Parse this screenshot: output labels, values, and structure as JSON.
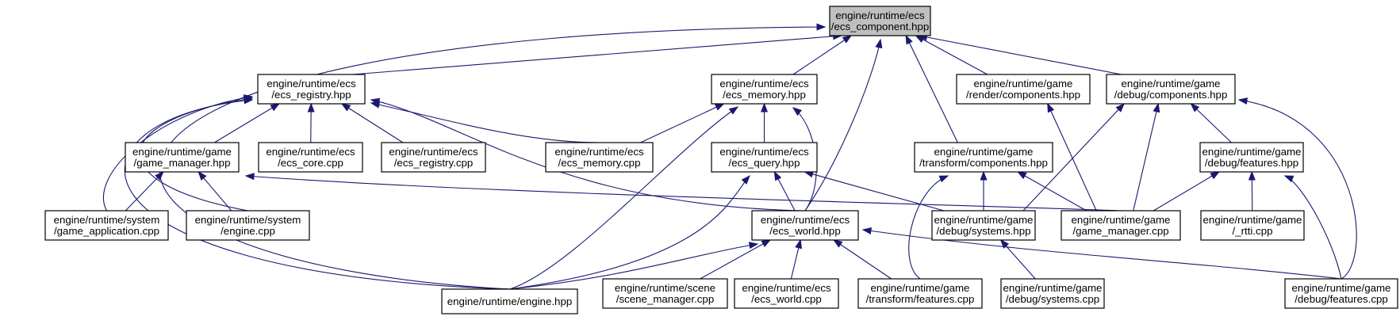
{
  "graph": {
    "root": "n0",
    "colors": {
      "edge": "#191970",
      "root_fill": "#bfbfbf",
      "node_fill": "#ffffff"
    },
    "nodes": [
      {
        "id": "n0",
        "label": [
          "engine/runtime/ecs",
          "/ecs_component.hpp"
        ]
      },
      {
        "id": "n1",
        "label": [
          "engine/runtime/ecs",
          "/ecs_registry.hpp"
        ]
      },
      {
        "id": "n2",
        "label": [
          "engine/runtime/ecs",
          "/ecs_memory.hpp"
        ]
      },
      {
        "id": "n3",
        "label": [
          "engine/runtime/game",
          "/render/components.hpp"
        ]
      },
      {
        "id": "n4",
        "label": [
          "engine/runtime/game",
          "/debug/components.hpp"
        ]
      },
      {
        "id": "n5",
        "label": [
          "engine/runtime/game",
          "/game_manager.hpp"
        ]
      },
      {
        "id": "n6",
        "label": [
          "engine/runtime/ecs",
          "/ecs_core.cpp"
        ]
      },
      {
        "id": "n7",
        "label": [
          "engine/runtime/ecs",
          "/ecs_registry.cpp"
        ]
      },
      {
        "id": "n8",
        "label": [
          "engine/runtime/ecs",
          "/ecs_memory.cpp"
        ]
      },
      {
        "id": "n9",
        "label": [
          "engine/runtime/ecs",
          "/ecs_query.hpp"
        ]
      },
      {
        "id": "n10",
        "label": [
          "engine/runtime/game",
          "/transform/components.hpp"
        ]
      },
      {
        "id": "n11",
        "label": [
          "engine/runtime/game",
          "/debug/features.hpp"
        ]
      },
      {
        "id": "n12",
        "label": [
          "engine/runtime/system",
          "/game_application.cpp"
        ]
      },
      {
        "id": "n13",
        "label": [
          "engine/runtime/system",
          "/engine.cpp"
        ]
      },
      {
        "id": "n14",
        "label": [
          "engine/runtime/ecs",
          "/ecs_world.hpp"
        ]
      },
      {
        "id": "n15",
        "label": [
          "engine/runtime/game",
          "/debug/systems.hpp"
        ]
      },
      {
        "id": "n16",
        "label": [
          "engine/runtime/game",
          "/game_manager.cpp"
        ]
      },
      {
        "id": "n17",
        "label": [
          "engine/runtime/game",
          "/_rtti.cpp"
        ]
      },
      {
        "id": "n18",
        "label": [
          "engine/runtime/engine.hpp"
        ]
      },
      {
        "id": "n19",
        "label": [
          "engine/runtime/scene",
          "/scene_manager.cpp"
        ]
      },
      {
        "id": "n20",
        "label": [
          "engine/runtime/ecs",
          "/ecs_world.cpp"
        ]
      },
      {
        "id": "n21",
        "label": [
          "engine/runtime/game",
          "/transform/features.cpp"
        ]
      },
      {
        "id": "n22",
        "label": [
          "engine/runtime/game",
          "/debug/systems.cpp"
        ]
      },
      {
        "id": "n23",
        "label": [
          "engine/runtime/game",
          "/debug/features.cpp"
        ]
      }
    ],
    "edges": [
      {
        "from": "n1",
        "to": "n0"
      },
      {
        "from": "n2",
        "to": "n0"
      },
      {
        "from": "n14",
        "to": "n0"
      },
      {
        "from": "n10",
        "to": "n0"
      },
      {
        "from": "n3",
        "to": "n0"
      },
      {
        "from": "n4",
        "to": "n0"
      },
      {
        "from": "n18",
        "to": "n0"
      },
      {
        "from": "n5",
        "to": "n1"
      },
      {
        "from": "n6",
        "to": "n1"
      },
      {
        "from": "n7",
        "to": "n1"
      },
      {
        "from": "n8",
        "to": "n1"
      },
      {
        "from": "n12",
        "to": "n1"
      },
      {
        "from": "n13",
        "to": "n1"
      },
      {
        "from": "n14",
        "to": "n1"
      },
      {
        "from": "n18",
        "to": "n1"
      },
      {
        "from": "n8",
        "to": "n2"
      },
      {
        "from": "n9",
        "to": "n2"
      },
      {
        "from": "n14",
        "to": "n2"
      },
      {
        "from": "n18",
        "to": "n2"
      },
      {
        "from": "n16",
        "to": "n3"
      },
      {
        "from": "n15",
        "to": "n4"
      },
      {
        "from": "n16",
        "to": "n4"
      },
      {
        "from": "n11",
        "to": "n4"
      },
      {
        "from": "n23",
        "to": "n4"
      },
      {
        "from": "n12",
        "to": "n5"
      },
      {
        "from": "n13",
        "to": "n5"
      },
      {
        "from": "n16",
        "to": "n5"
      },
      {
        "from": "n14",
        "to": "n9"
      },
      {
        "from": "n15",
        "to": "n9"
      },
      {
        "from": "n18",
        "to": "n9"
      },
      {
        "from": "n15",
        "to": "n10"
      },
      {
        "from": "n16",
        "to": "n10"
      },
      {
        "from": "n21",
        "to": "n10"
      },
      {
        "from": "n16",
        "to": "n11"
      },
      {
        "from": "n17",
        "to": "n11"
      },
      {
        "from": "n23",
        "to": "n11"
      },
      {
        "from": "n18",
        "to": "n14"
      },
      {
        "from": "n19",
        "to": "n14"
      },
      {
        "from": "n20",
        "to": "n14"
      },
      {
        "from": "n21",
        "to": "n14"
      },
      {
        "from": "n23",
        "to": "n14"
      },
      {
        "from": "n22",
        "to": "n15"
      }
    ]
  }
}
